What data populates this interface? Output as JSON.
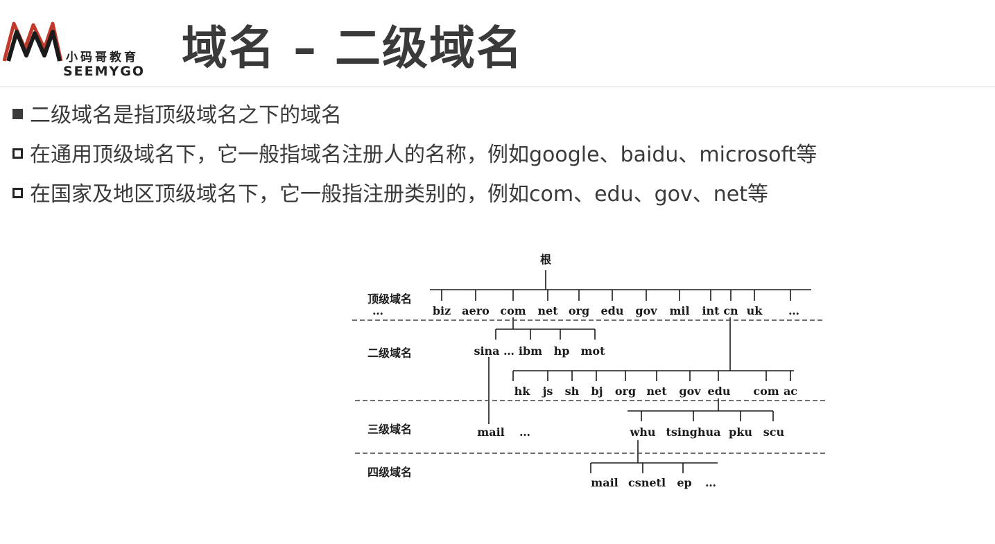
{
  "logo": {
    "cn": "小码哥教育",
    "en": "SEEMYGO"
  },
  "title": "域名 – 二级域名",
  "bullets": [
    {
      "style": "filled",
      "text": "二级域名是指顶级域名之下的域名"
    },
    {
      "style": "hollow",
      "text": "在通用顶级域名下，它一般指域名注册人的名称，例如google、baidu、microsoft等"
    },
    {
      "style": "hollow",
      "text": "在国家及地区顶级域名下，它一般指注册类别的，例如com、edu、gov、net等"
    }
  ],
  "diagram": {
    "root": "根",
    "levels": {
      "top": "顶级域名",
      "second": "二级域名",
      "third": "三级域名",
      "fourth": "四级域名",
      "top_more": "…"
    },
    "top_domains": [
      "biz",
      "aero",
      "com",
      "net",
      "org",
      "edu",
      "gov",
      "mil",
      "int",
      "cn",
      "uk",
      "…"
    ],
    "com_children": [
      "sina",
      "…",
      "ibm",
      "hp",
      "mot"
    ],
    "cn_children": [
      "hk",
      "js",
      "sh",
      "bj",
      "org",
      "net",
      "gov",
      "edu",
      "com",
      "ac"
    ],
    "third_level": {
      "mail": "mail",
      "more": "…"
    },
    "edu_children": [
      "whu",
      "tsinghua",
      "pku",
      "scu"
    ],
    "whu_children": [
      "mail",
      "csnetl",
      "ep",
      "…"
    ]
  }
}
